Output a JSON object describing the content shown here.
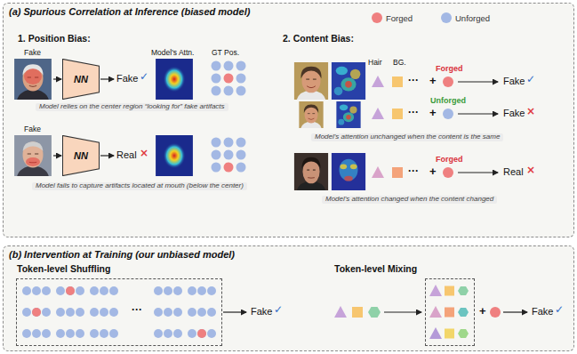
{
  "diagram": {
    "nodes": [
      {
        "text": [
          "(a) Spurious Correlation at Inference (biased model)"
        ]
      },
      {
        "text": [
          "NN"
        ],
        "in": 0
      },
      {
        "text": [
          "NN"
        ],
        "in": 0
      },
      {
        "text": [
          "(b) Intervention at Training (our unbiased model)"
        ]
      },
      {
        "text": [
          "Token-level Shuffling"
        ],
        "in": 3
      },
      {
        "text": [
          "Token-level Mixing"
        ],
        "in": 3
      }
    ],
    "labels": [
      "1. Position Bias:",
      "Fake",
      "Model's Attn.",
      "GT Pos.",
      "Fake",
      "✓",
      "Model relies on the center region “looking for” fake artifacts",
      "Fake",
      "Real",
      "×",
      "Model fails to capture artifacts located at mouth (below the center)",
      "2. Content Bias:",
      "Hair",
      "BG.",
      "···",
      "Forged",
      "+",
      "Fake",
      "✓",
      "···",
      "Unforged",
      "+",
      "Fake",
      "×",
      "Model's attention unchanged when the content is the same",
      "···",
      "Forged",
      "+",
      "Real",
      "×",
      "Model's attention changed when the content changed",
      "···",
      "Fake",
      "✓",
      "+",
      "Fake",
      "✓"
    ],
    "legend": [
      {
        "text": "Forged",
        "color": "#ef8080"
      },
      {
        "text": "Unforged",
        "color": "#a3b8e4"
      }
    ]
  }
}
